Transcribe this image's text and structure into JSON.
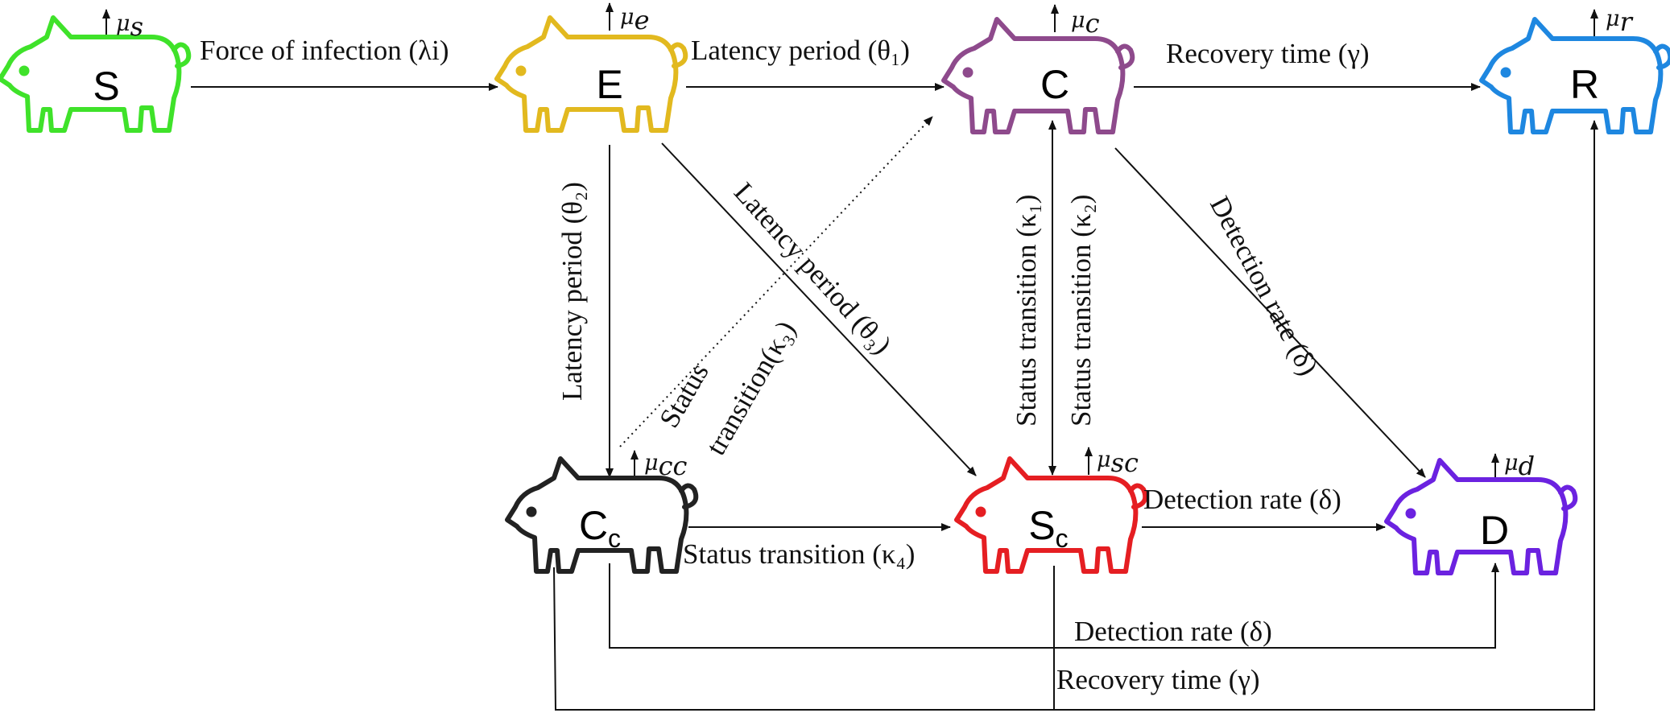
{
  "colors": {
    "S": "#3fe22a",
    "E": "#e2b91f",
    "C": "#8e4a8c",
    "R": "#1e87e0",
    "Cc": "#222222",
    "Sc": "#e51e22",
    "D": "#6b22e0",
    "arrow": "#111111"
  },
  "nodes": {
    "S": {
      "letter": "S",
      "sub": "",
      "mu": "μ",
      "mu_sub": "s"
    },
    "E": {
      "letter": "E",
      "sub": "",
      "mu": "μ",
      "mu_sub": "e"
    },
    "C": {
      "letter": "C",
      "sub": "",
      "mu": "μ",
      "mu_sub": "c"
    },
    "R": {
      "letter": "R",
      "sub": "",
      "mu": "μ",
      "mu_sub": "r"
    },
    "Cc": {
      "letter": "C",
      "sub": "c",
      "mu": "μ",
      "mu_sub": "cc"
    },
    "Sc": {
      "letter": "S",
      "sub": "c",
      "mu": "μ",
      "mu_sub": "sc"
    },
    "D": {
      "letter": "D",
      "sub": "",
      "mu": "μ",
      "mu_sub": "d"
    }
  },
  "edges": {
    "s_e": "Force of infection (λi)",
    "e_c": "Latency period (θ₁)",
    "c_r": "Recovery time (γ)",
    "e_cc": "Latency period (θ₂)",
    "e_sc": "Latency period (θ₃)",
    "cc_c_line1": "Status",
    "cc_c_line2": "transition(κ₃)",
    "c_sc": "Status transition (κ₁)",
    "sc_c": "Status transition (κ₂)",
    "c_d": "Detection rate (δ)",
    "cc_sc": "Status transition (κ₄)",
    "sc_d": "Detection rate (δ)",
    "cc_d": "Detection rate (δ)",
    "bottom_r": "Recovery time (γ)"
  }
}
